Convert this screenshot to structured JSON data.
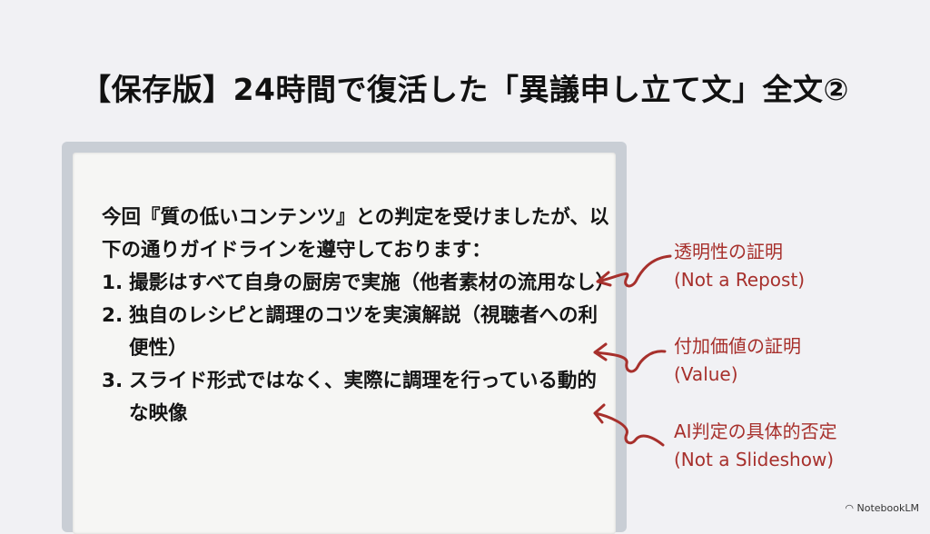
{
  "title": "【保存版】24時間で復活した「異議申し立て文」全文②",
  "letter": {
    "intro": "今回『質の低いコンテンツ』との判定を受けましたが、以下の通りガイドラインを遵守しております：",
    "items": [
      {
        "num": "1.",
        "text": "撮影はすべて自身の厨房で実施（他者素材の流用なし）"
      },
      {
        "num": "2.",
        "text": "独自のレシピと調理のコツを実演解説（視聴者への利便性）"
      },
      {
        "num": "3.",
        "text": "スライド形式ではなく、実際に調理を行っている動的な映像"
      }
    ]
  },
  "annotations": [
    {
      "line1": "透明性の証明",
      "line2": "(Not a Repost)"
    },
    {
      "line1": "付加価値の証明",
      "line2": "(Value)"
    },
    {
      "line1": "AI判定の具体的否定",
      "line2": "(Not a Slideshow)"
    }
  ],
  "brand": "NotebookLM",
  "colors": {
    "annotation": "#a7302c",
    "background": "#f1f1f4"
  }
}
